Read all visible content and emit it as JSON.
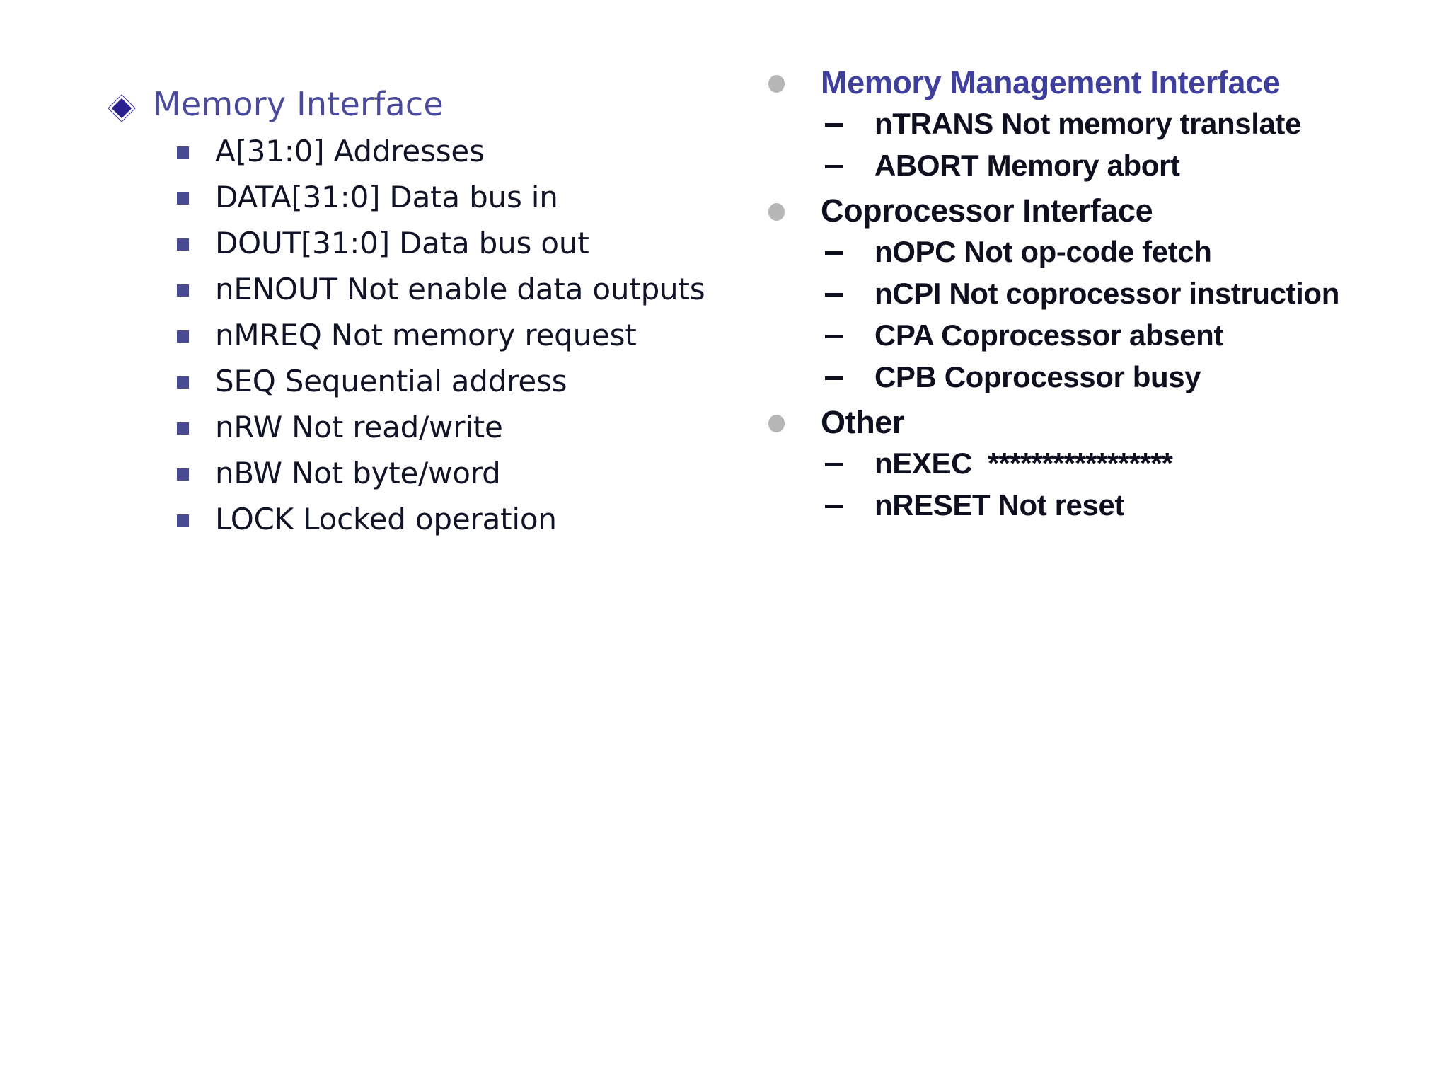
{
  "slide": {
    "background_color": "#ffffff",
    "left_column": {
      "heading": "Memory Interface",
      "heading_color": "#4b4b9e",
      "bullet_icon": "diamond-bullet",
      "item_bullet_icon": "square-bullet",
      "item_bullet_color": "#4a4a93",
      "items": [
        "A[31:0] Addresses",
        "DATA[31:0] Data bus in",
        "DOUT[31:0] Data bus out",
        "nENOUT Not enable data outputs",
        "nMREQ Not memory request",
        "SEQ Sequential address",
        "nRW Not read/write",
        "nBW Not byte/word",
        "LOCK Locked operation"
      ]
    },
    "right_column": {
      "bullet_icon": "circle-bullet",
      "item_bullet_icon": "dash-bullet",
      "bullet_color": "#b6b6b6",
      "groups": [
        {
          "heading": "Memory Management Interface",
          "heading_color": "#3f3f9e",
          "items": [
            {
              "text": "nTRANS Not memory translate"
            },
            {
              "text": "ABORT Memory abort"
            }
          ]
        },
        {
          "heading": "Coprocessor Interface",
          "heading_color": "#0e1020",
          "items": [
            {
              "text": "nOPC Not op-code fetch"
            },
            {
              "text": "nCPI Not coprocessor instruction"
            },
            {
              "text": "CPA Coprocessor absent"
            },
            {
              "text": "CPB Coprocessor busy"
            }
          ]
        },
        {
          "heading": "Other",
          "heading_color": "#0e1020",
          "items": [
            {
              "text": "nEXEC",
              "suffix": "*****************"
            },
            {
              "text": "nRESET Not reset"
            }
          ]
        }
      ]
    }
  }
}
